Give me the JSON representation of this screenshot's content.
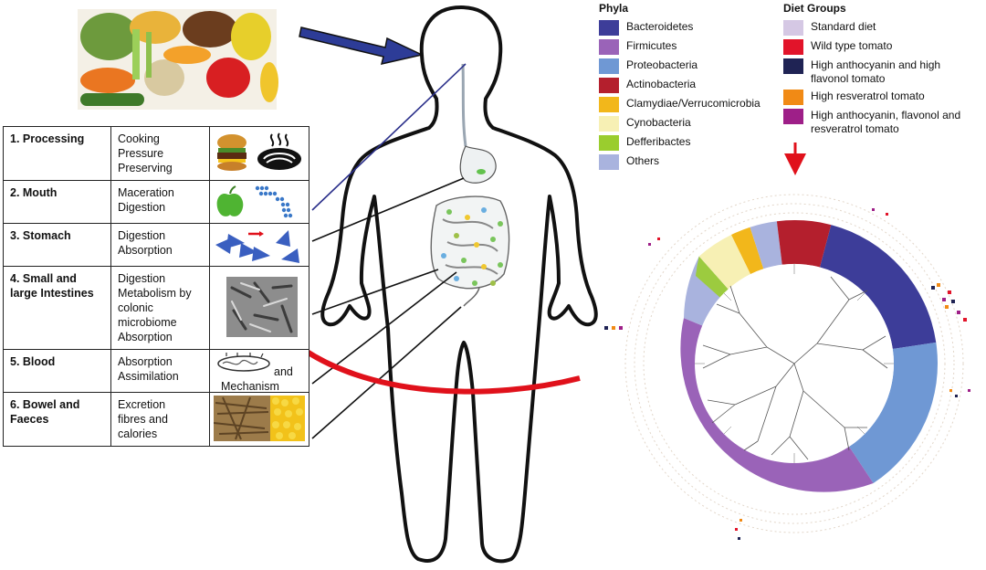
{
  "stages_table": {
    "rows": [
      {
        "stage": "1. Processing",
        "desc_lines": [
          "Cooking",
          "Pressure",
          "Preserving"
        ],
        "pic": "burger-and-pasta-icon"
      },
      {
        "stage": "2. Mouth",
        "desc_lines": [
          "Maceration",
          "Digestion"
        ],
        "pic": "apple-and-molecules-icon"
      },
      {
        "stage": "3. Stomach",
        "desc_lines": [
          "Digestion",
          "Absorption"
        ],
        "pic": "blue-triangles-icon"
      },
      {
        "stage": "4. Small and large Intestines",
        "desc_lines": [
          "Digestion",
          "Metabolism by colonic microbiome",
          "Absorption"
        ],
        "pic": "microbiome-micrograph"
      },
      {
        "stage": "5. Blood",
        "desc_lines": [
          "Absorption",
          "Assimilation"
        ],
        "pic": "absorption-mechanism-sketch",
        "pic_text_and": "and",
        "pic_text_mech": "Mechanism"
      },
      {
        "stage": "6. Bowel and Faeces",
        "desc_lines": [
          "Excretion",
          "fibres and",
          "calories"
        ],
        "pic": "fibres-and-corn-photo"
      }
    ]
  },
  "phyla_legend": {
    "title": "Phyla",
    "items": [
      {
        "label": "Bacteroidetes",
        "color": "#3d3d99"
      },
      {
        "label": "Firmicutes",
        "color": "#9a63b8"
      },
      {
        "label": "Proteobacteria",
        "color": "#6f98d4"
      },
      {
        "label": "Actinobacteria",
        "color": "#b41f2d"
      },
      {
        "label": "Clamydiae/Verrucomicrobia",
        "color": "#f2b71b"
      },
      {
        "label": "Cynobacteria",
        "color": "#f7f0b4"
      },
      {
        "label": "Defferibactes",
        "color": "#9acd2e"
      },
      {
        "label": "Others",
        "color": "#a9b3de"
      }
    ]
  },
  "diet_legend": {
    "title": "Diet Groups",
    "items": [
      {
        "label": "Standard diet",
        "color": "#d5c8e4"
      },
      {
        "label": "Wild type tomato",
        "color": "#e2142a"
      },
      {
        "label": "High anthocyanin and high flavonol tomato",
        "color": "#1f2354"
      },
      {
        "label": "High resveratrol tomato",
        "color": "#f18a15"
      },
      {
        "label": "High anthocyanin, flavonol and resveratrol tomato",
        "color": "#9e1f88"
      }
    ]
  }
}
